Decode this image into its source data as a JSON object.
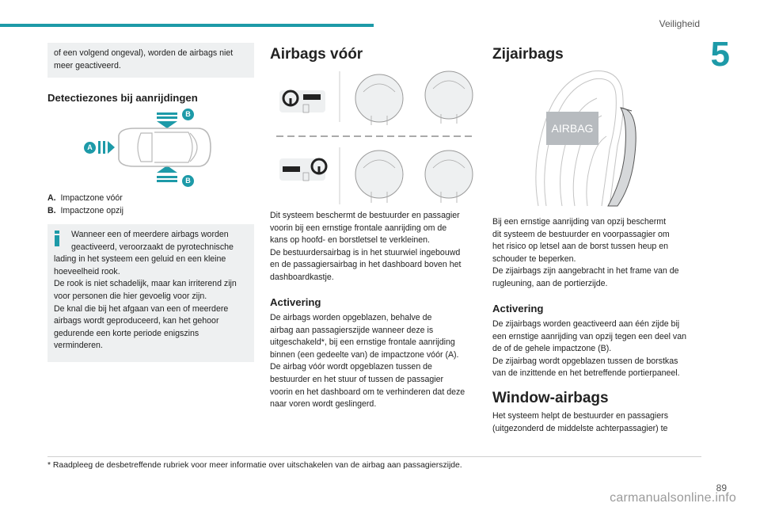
{
  "header": {
    "section_title": "Veiligheid",
    "chapter_number": "5"
  },
  "col1": {
    "intro_text": "of een volgend ongeval), worden de airbags niet meer geactiveerd.",
    "detection_heading": "Detectiezones bij aanrijdingen",
    "figure_labels": {
      "a": "A",
      "b": "B"
    },
    "zones": [
      {
        "letter": "A.",
        "text": "Impactzone vóór"
      },
      {
        "letter": "B.",
        "text": "Impactzone opzij"
      }
    ],
    "info_icon": "info-icon",
    "info_lines": [
      "Wanneer een of meerdere airbags worden",
      "geactiveerd, veroorzaakt de pyrotechnische",
      "lading in het systeem een geluid en een kleine",
      "hoeveelheid rook.",
      "De rook is niet schadelijk, maar kan irriterend zijn",
      "voor personen die hier gevoelig voor zijn.",
      "De knal die bij het afgaan van een of meerdere",
      "airbags wordt geproduceerd, kan het gehoor",
      "gedurende een korte periode enigszins",
      "verminderen."
    ]
  },
  "col2": {
    "heading": "Airbags vóór",
    "body_lines": [
      "Dit systeem beschermt de bestuurder en passagier",
      "voorin bij een ernstige frontale aanrijding om de",
      "kans op hoofd- en borstletsel te verkleinen.",
      "De bestuurdersairbag is in het stuurwiel ingebouwd",
      "en de passagiersairbag in het dashboard boven het",
      "dashboardkastje."
    ],
    "activering_heading": "Activering",
    "activering_lines": [
      "De airbags worden opgeblazen, behalve de",
      "airbag aan passagierszijde wanneer deze is",
      "uitgeschakeld*, bij een ernstige frontale aanrijding",
      "binnen (een gedeelte van) de impactzone vóór (A).",
      "De airbag vóór wordt opgeblazen tussen de",
      "bestuurder en het stuur of tussen de passagier",
      "voorin en het dashboard om te verhinderen dat deze",
      "naar voren wordt geslingerd."
    ]
  },
  "col3": {
    "heading": "Zijairbags",
    "figure_label": "AIRBAG",
    "body_lines": [
      "Bij een ernstige aanrijding van opzij beschermt",
      "dit systeem de bestuurder en voorpassagier om",
      "het risico op letsel aan de borst tussen heup en",
      "schouder te beperken.",
      "De zijairbags zijn aangebracht in het frame van de",
      "rugleuning, aan de portierzijde."
    ],
    "activering_heading": "Activering",
    "activering_lines": [
      "De zijairbags worden geactiveerd aan één zijde bij",
      "een ernstige aanrijding van opzij tegen een deel van",
      "de of de gehele impactzone (B).",
      "De zijairbag wordt opgeblazen tussen de borstkas",
      "van de inzittende en het betreffende portierpaneel."
    ],
    "window_heading": "Window-airbags",
    "window_lines": [
      "Het systeem helpt de bestuurder en passagiers",
      "(uitgezonderd de middelste achterpassagier) te"
    ]
  },
  "footnote": "* Raadpleeg de desbetreffende rubriek voor meer informatie over uitschakelen van de airbag aan passagierszijde.",
  "page_number": "89",
  "watermark": "carmanualsonline.info",
  "colors": {
    "accent": "#1d9aa8",
    "box_bg": "#eef0f1"
  }
}
